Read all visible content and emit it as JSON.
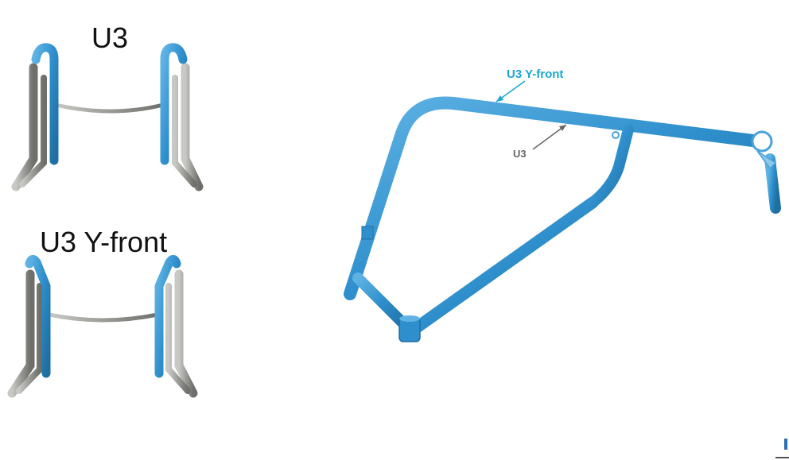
{
  "labels": {
    "top_left": "U3",
    "bottom_left": "U3 Y-front"
  },
  "callouts": {
    "blue": "U3 Y-front",
    "gray": "U3"
  },
  "colors": {
    "frame_blue": "#2f8fcc",
    "frame_blue_dark": "#1f6fa3",
    "frame_gray": "#9a9a96",
    "callout_blue": "#1aa6d4",
    "callout_gray": "#666666"
  }
}
